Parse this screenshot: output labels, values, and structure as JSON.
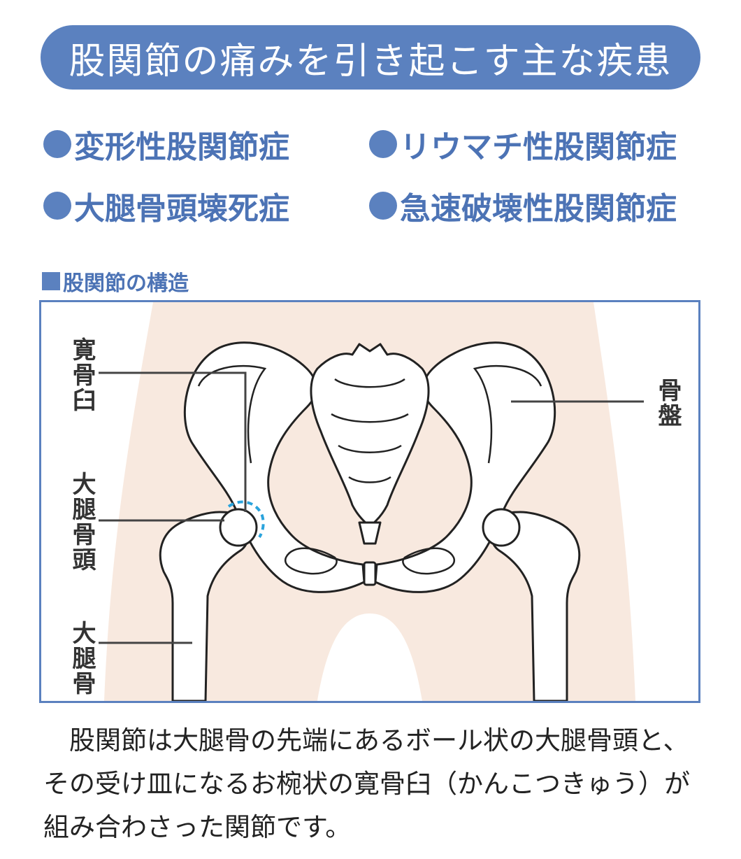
{
  "title": "股関節の痛みを引き起こす主な疾患",
  "diseases": [
    "変形性股関節症",
    "リウマチ性股関節症",
    "大腿骨頭壊死症",
    "急速破壊性股関節症"
  ],
  "section_label": "股関節の構造",
  "diagram": {
    "labels": {
      "acetabulum": "寛骨臼",
      "femoral_head": "大腿骨頭",
      "femur": "大腿骨",
      "pelvis": "骨盤"
    },
    "colors": {
      "skin": "#f8e9df",
      "bone": "#ffffff",
      "bone_outline": "#222222",
      "bone_shadow": "#e4e4e4",
      "leader_line": "#444444",
      "highlight": "#2aa3dc"
    }
  },
  "body_text": "股関節は大腿骨の先端にあるボール状の大腿骨頭と、その受け皿になるお椀状の寛骨臼（かんこつきゅう）が組み合わさった関節です。"
}
